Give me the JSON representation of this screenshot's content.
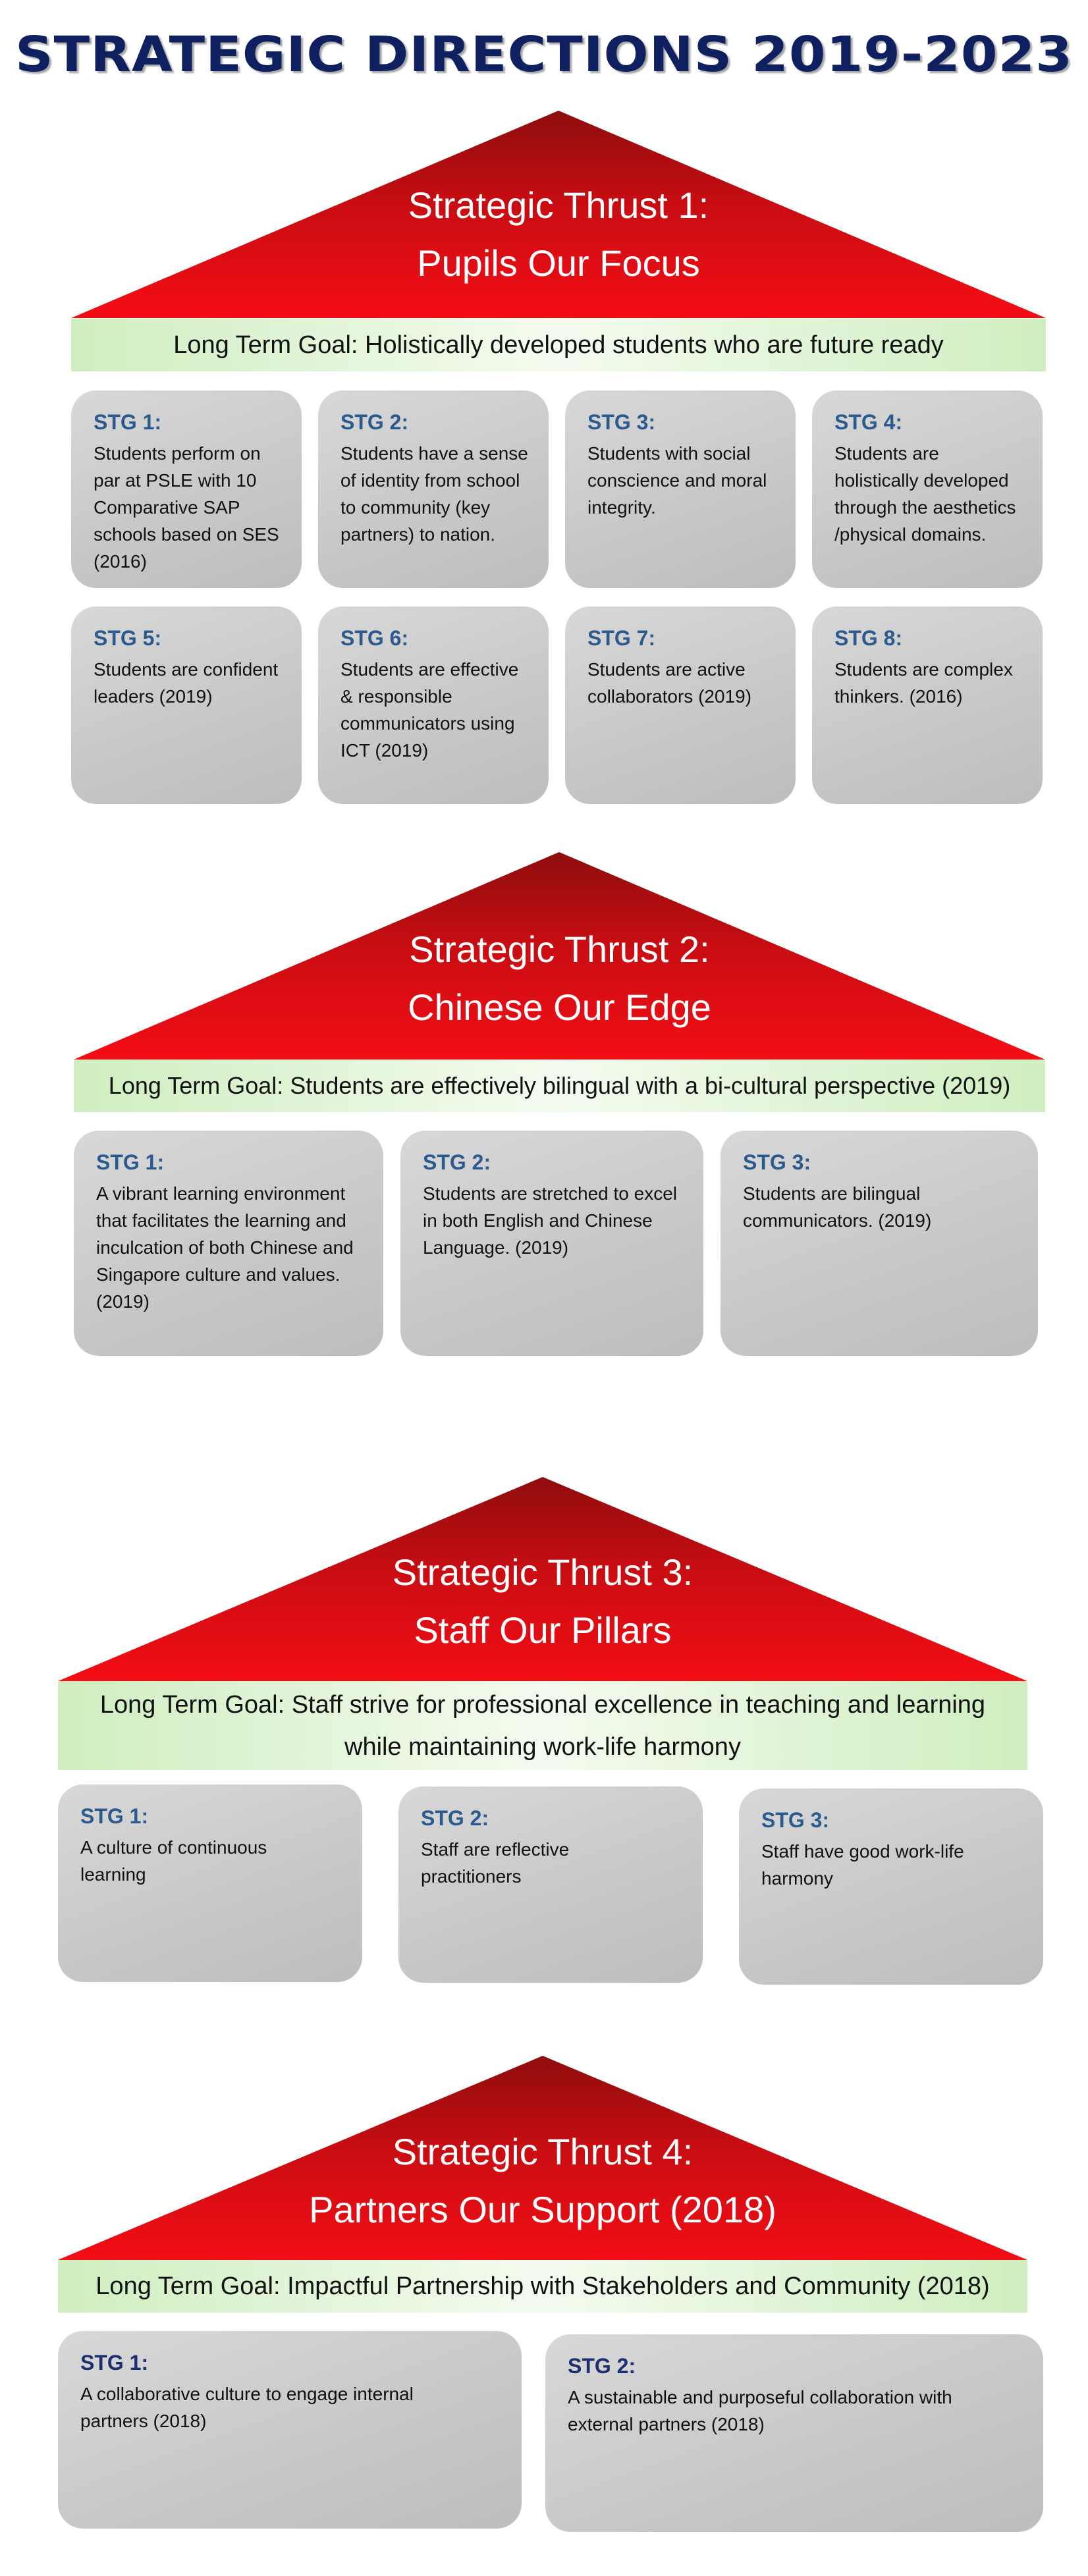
{
  "title": "STRATEGIC DIRECTIONS 2019-2023",
  "colors": {
    "title": "#0f2060",
    "roof_top": "#8e0d0d",
    "roof_bottom": "#ee0d14",
    "goal_bar": "#d8f0cc",
    "card": "#c9c9c9",
    "stg_label": "#2b5a8e"
  },
  "thrusts": [
    {
      "title_line1": "Strategic Thrust 1:",
      "title_line2": "Pupils Our Focus",
      "goal": "Long Term Goal: Holistically developed students who are future ready",
      "stgs": [
        {
          "label": "STG 1:",
          "text": "Students perform on par at PSLE with 10 Comparative SAP schools based on SES (2016)"
        },
        {
          "label": "STG 2:",
          "text": "Students have a sense of identity from school to community (key partners) to nation."
        },
        {
          "label": "STG 3:",
          "text": "Students with social conscience and moral integrity."
        },
        {
          "label": "STG 4:",
          "text": "Students are holistically developed through the aesthetics /physical domains."
        },
        {
          "label": "STG 5:",
          "text": "Students are confident leaders (2019)"
        },
        {
          "label": "STG 6:",
          "text": "Students are effective & responsible communicators using ICT (2019)"
        },
        {
          "label": "STG 7:",
          "text": "Students are active collaborators (2019)"
        },
        {
          "label": "STG 8:",
          "text": "Students are complex thinkers. (2016)"
        }
      ]
    },
    {
      "title_line1": "Strategic Thrust 2:",
      "title_line2": "Chinese Our Edge",
      "goal": "Long Term Goal: Students are effectively bilingual with a bi-cultural perspective (2019)",
      "stgs": [
        {
          "label": "STG 1:",
          "text": "A vibrant learning environment that facilitates the learning and inculcation of both Chinese and Singapore culture and values. (2019)"
        },
        {
          "label": "STG 2:",
          "text": "Students are stretched to excel in both English and Chinese Language. (2019)"
        },
        {
          "label": "STG 3:",
          "text": "Students are bilingual communicators. (2019)"
        }
      ]
    },
    {
      "title_line1": "Strategic Thrust 3:",
      "title_line2": "Staff Our Pillars",
      "goal_line1": "Long Term Goal: Staff strive for professional excellence in teaching and learning",
      "goal_line2": "while maintaining work-life harmony",
      "stgs": [
        {
          "label": "STG 1:",
          "text": "A culture of continuous learning"
        },
        {
          "label": "STG 2:",
          "text": "Staff are reflective practitioners"
        },
        {
          "label": "STG 3:",
          "text": "Staff have good work-life harmony"
        }
      ]
    },
    {
      "title_line1": "Strategic Thrust 4:",
      "title_line2": "Partners Our Support (2018)",
      "goal": "Long Term Goal: Impactful Partnership with Stakeholders and Community (2018)",
      "stgs": [
        {
          "label": "STG 1:",
          "text": "A collaborative culture to engage internal partners (2018)"
        },
        {
          "label": "STG 2:",
          "text": "A sustainable and purposeful collaboration with external partners (2018)"
        }
      ]
    }
  ]
}
